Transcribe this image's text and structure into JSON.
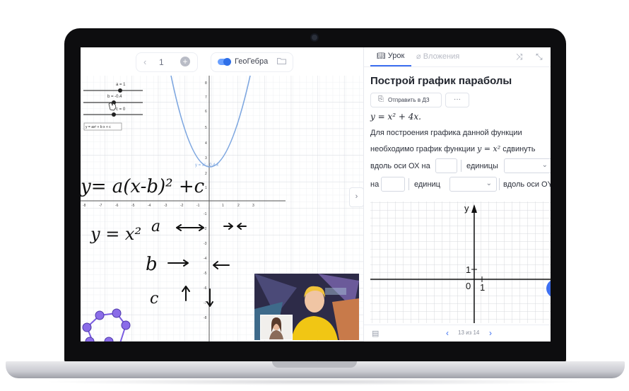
{
  "board": {
    "pager": {
      "prev": "‹",
      "page": "1",
      "add": "+"
    },
    "geogebra_label": "ГеоГебра",
    "sliders": [
      {
        "label": "a = 1"
      },
      {
        "label": "b = -0.4"
      },
      {
        "label": "c = 0"
      }
    ],
    "equation_label": "y = ax² + b x + c",
    "curve_label": "y = x² - 0.4 x",
    "handwriting": {
      "formula": "y= a(x-b)² +c",
      "y_eq": "y = x²",
      "a": "a",
      "b": "b",
      "c": "c"
    },
    "axis_ticks_x": [
      "-8",
      "-7",
      "-6",
      "-5",
      "-4",
      "-3",
      "-2",
      "-1",
      "1",
      "2",
      "3"
    ],
    "axis_ticks_y": [
      "8",
      "7",
      "6",
      "5",
      "4",
      "3",
      "2",
      "1",
      "-1",
      "-2",
      "-3",
      "-4",
      "-5",
      "-6",
      "-7",
      "-8"
    ]
  },
  "lesson": {
    "tab_lesson": "Урок",
    "tab_attachments": "Вложения",
    "title": "Построй график параболы",
    "send_hw_button": "Отправить в ДЗ",
    "more_button": "···",
    "formula": "y = x² + 4x.",
    "text_line1": "Для построения графика данной функции",
    "text_line2_a": "необходимо график функции",
    "text_line2_formula": "y = x²",
    "text_line2_b": "сдвинуть",
    "text_line3_a": "вдоль оси ОХ на",
    "text_line3_b": "единицы",
    "text_line4_a": "на",
    "text_line4_b": "единиц",
    "text_line4_c": "вдоль оси ОY",
    "graph": {
      "y_label": "y",
      "zero": "0",
      "one_x": "1",
      "one_y": "1"
    },
    "pagination": {
      "prev": "‹",
      "label": "13 из 14",
      "next": "›"
    }
  },
  "colors": {
    "accent": "#3d6ff0",
    "curve": "#7ea7e0",
    "point": "#7a5ce0"
  }
}
